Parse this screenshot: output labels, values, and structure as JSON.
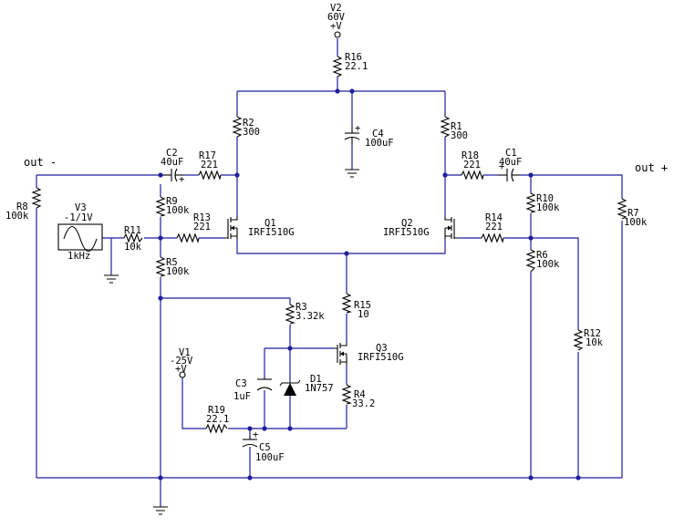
{
  "colors": {
    "wire": "#1f1f9f",
    "component": "#000000",
    "background": "#ffffff"
  },
  "outputs": {
    "minus": "out -",
    "plus": "out +"
  },
  "sources": {
    "V2": {
      "name": "V2",
      "value": "60V",
      "polarity": "+V"
    },
    "V1": {
      "name": "V1",
      "value": "-25V",
      "polarity": "+V"
    },
    "V3": {
      "name": "V3",
      "value": "-1/1V",
      "freq": "1kHz"
    }
  },
  "resistors": {
    "R1": {
      "name": "R1",
      "value": "300"
    },
    "R2": {
      "name": "R2",
      "value": "300"
    },
    "R3": {
      "name": "R3",
      "value": "3.32k"
    },
    "R4": {
      "name": "R4",
      "value": "33.2"
    },
    "R5": {
      "name": "R5",
      "value": "100k"
    },
    "R6": {
      "name": "R6",
      "value": "100k"
    },
    "R7": {
      "name": "R7",
      "value": "100k"
    },
    "R8": {
      "name": "R8",
      "value": "100k"
    },
    "R9": {
      "name": "R9",
      "value": "100k"
    },
    "R10": {
      "name": "R10",
      "value": "100k"
    },
    "R11": {
      "name": "R11",
      "value": "10k"
    },
    "R12": {
      "name": "R12",
      "value": "10k"
    },
    "R13": {
      "name": "R13",
      "value": "221"
    },
    "R14": {
      "name": "R14",
      "value": "221"
    },
    "R15": {
      "name": "R15",
      "value": "10"
    },
    "R16": {
      "name": "R16",
      "value": "22.1"
    },
    "R17": {
      "name": "R17",
      "value": "221"
    },
    "R18": {
      "name": "R18",
      "value": "221"
    },
    "R19": {
      "name": "R19",
      "value": "22.1"
    }
  },
  "capacitors": {
    "C1": {
      "name": "C1",
      "value": "40uF"
    },
    "C2": {
      "name": "C2",
      "value": "40uF"
    },
    "C3": {
      "name": "C3",
      "value": "1uF"
    },
    "C4": {
      "name": "C4",
      "value": "100uF"
    },
    "C5": {
      "name": "C5",
      "value": "100uF"
    }
  },
  "transistors": {
    "Q1": {
      "name": "Q1",
      "value": "IRFI510G"
    },
    "Q2": {
      "name": "Q2",
      "value": "IRFI510G"
    },
    "Q3": {
      "name": "Q3",
      "value": "IRFI510G"
    }
  },
  "diodes": {
    "D1": {
      "name": "D1",
      "value": "1N757"
    }
  }
}
